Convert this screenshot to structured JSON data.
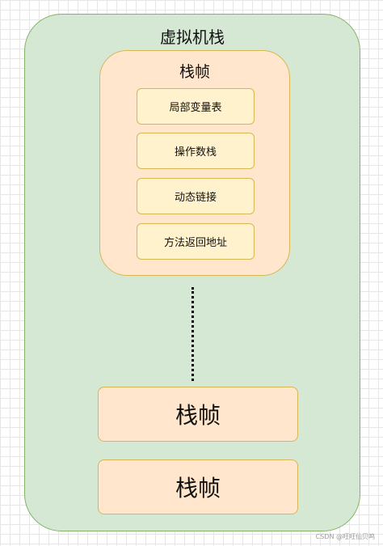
{
  "jvm_stack": {
    "title": "虚拟机栈",
    "frame": {
      "title": "栈帧",
      "components": [
        {
          "label": "局部变量表"
        },
        {
          "label": "操作数栈"
        },
        {
          "label": "动态链接"
        },
        {
          "label": "方法返回地址"
        }
      ]
    },
    "collapsed_frames": [
      {
        "label": "栈帧"
      },
      {
        "label": "栈帧"
      }
    ]
  },
  "colors": {
    "stack_fill": "#d5e8d4",
    "stack_border": "#82b366",
    "frame_fill": "#ffe6cc",
    "frame_border": "#d6b656",
    "component_fill": "#fff2cc"
  },
  "watermark": "CSDN @旺旺仙贝鸣"
}
